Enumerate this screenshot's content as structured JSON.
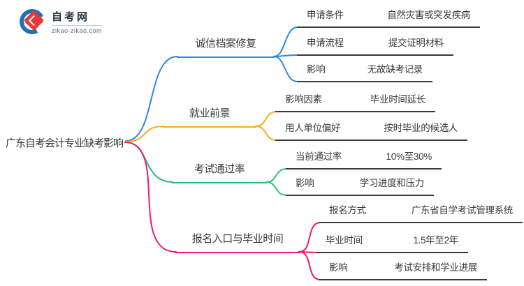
{
  "logo": {
    "title": "自考网",
    "domain": "zikao-zikao.com"
  },
  "central_topic": "广东自考会计专业缺考影响",
  "colors": {
    "branch_credit_repair": "#2E87E5",
    "branch_employment": "#FAAD1D",
    "branch_pass_rate": "#2BC076",
    "branch_registration": "#EE1A76",
    "logo_blue": "#2470B3",
    "logo_red": "#E5383B",
    "text": "#3a3a3a"
  },
  "branches": [
    {
      "label": "诚信档案修复",
      "color": "#2E87E5",
      "children": [
        {
          "key": "申请条件",
          "value": "自然灾害或突发疾病"
        },
        {
          "key": "申请流程",
          "value": "提交证明材料"
        },
        {
          "key": "影响",
          "value": "无故缺考记录"
        }
      ]
    },
    {
      "label": "就业前景",
      "color": "#FAAD1D",
      "children": [
        {
          "key": "影响因素",
          "value": "毕业时间延长"
        },
        {
          "key": "用人单位偏好",
          "value": "按时毕业的候选人"
        }
      ]
    },
    {
      "label": "考试通过率",
      "color": "#2BC076",
      "children": [
        {
          "key": "当前通过率",
          "value": "10%至30%"
        },
        {
          "key": "影响",
          "value": "学习进度和压力"
        }
      ]
    },
    {
      "label": "报名入口与毕业时间",
      "color": "#EE1A76",
      "children": [
        {
          "key": "报名方式",
          "value": "广东省自学考试管理系统"
        },
        {
          "key": "毕业时间",
          "value": "1.5年至2年"
        },
        {
          "key": "影响",
          "value": "考试安排和学业进展"
        }
      ]
    }
  ]
}
